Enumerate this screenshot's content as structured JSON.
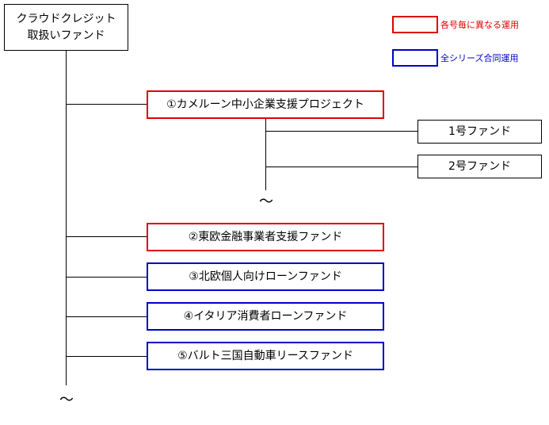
{
  "root": {
    "line1": "クラウドクレジット",
    "line2": "取扱いファンド"
  },
  "legend": {
    "red_label": "各号毎に異なる運用",
    "blue_label": "全シリーズ合同運用",
    "red_color": "#e00000",
    "blue_color": "#0000c8"
  },
  "projects": [
    {
      "label": "①カメルーン中小企業支援プロジェクト",
      "style": "red"
    },
    {
      "label": "②東欧金融事業者支援ファンド",
      "style": "red"
    },
    {
      "label": "③北欧個人向けローンファンド",
      "style": "blue"
    },
    {
      "label": "④イタリア消費者ローンファンド",
      "style": "blue"
    },
    {
      "label": "⑤バルト三国自動車リースファンド",
      "style": "blue"
    }
  ],
  "sub_funds": [
    {
      "label": "1号ファンド"
    },
    {
      "label": "2号ファンド"
    }
  ],
  "continuation": {
    "sub": "～",
    "main": "～"
  }
}
